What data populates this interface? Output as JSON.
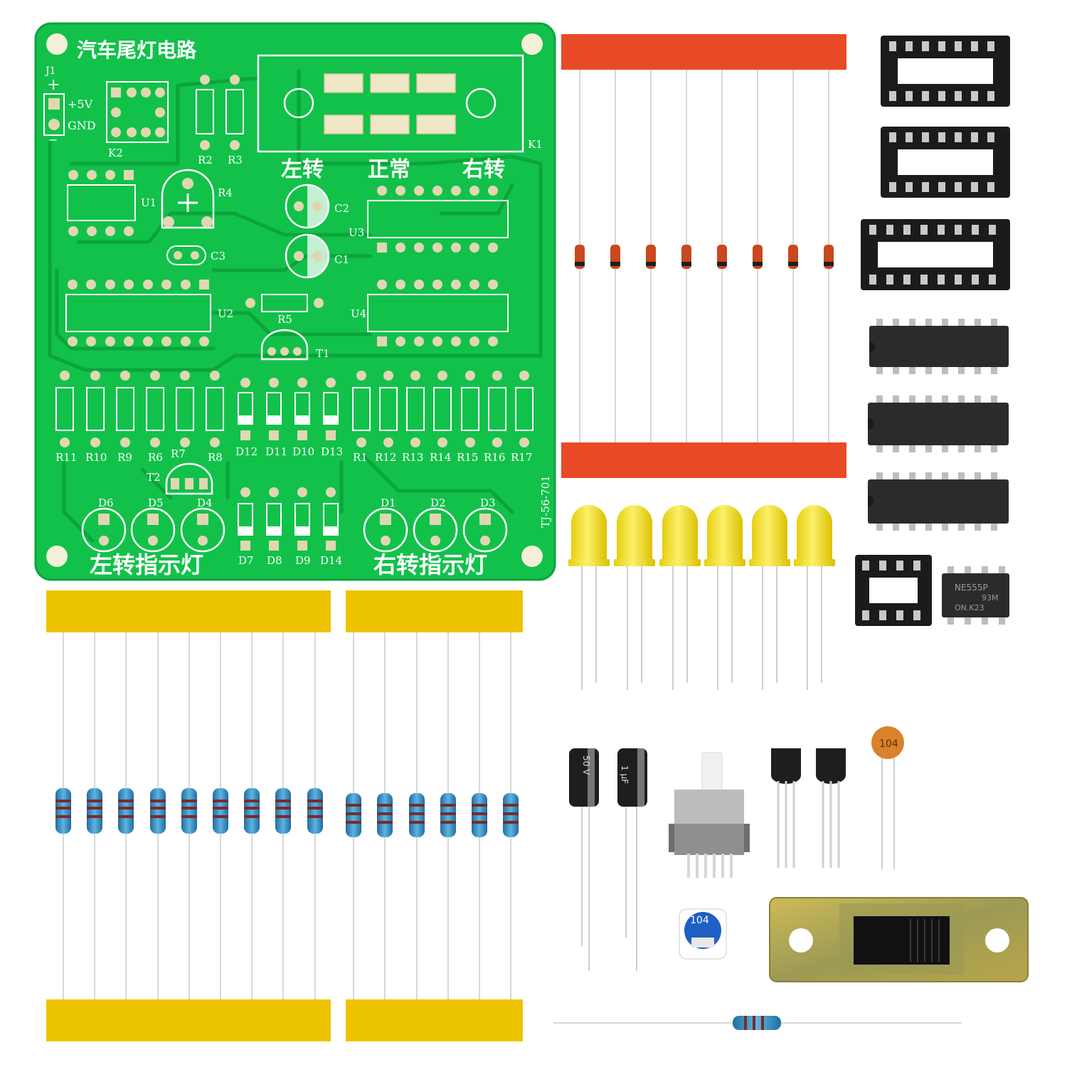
{
  "board": {
    "title": "汽车尾灯电路",
    "code": "TJ-56-701",
    "connector": {
      "name": "J1",
      "plus": "+",
      "vcc": "+5V",
      "gnd": "GND",
      "minus": "−"
    },
    "mode_labels": [
      "左转",
      "正常",
      "右转"
    ],
    "bottom_left": "左转指示灯",
    "bottom_right": "右转指示灯",
    "refs": {
      "K1": "K1",
      "K2": "K2",
      "U1": "U1",
      "U2": "U2",
      "U3": "U3",
      "U4": "U4",
      "R2": "R2",
      "R3": "R3",
      "R4": "R4",
      "R5": "R5",
      "C1": "C1",
      "C2": "C2",
      "C3": "C3",
      "T1": "T1",
      "T2": "T2"
    },
    "resistor_row_left": [
      "R11",
      "R10",
      "R9",
      "R6",
      "R7",
      "R8"
    ],
    "diode_row_top": [
      "D12",
      "D11",
      "D10",
      "D13"
    ],
    "resistor_row_right": [
      "R1",
      "R12",
      "R13",
      "R14",
      "R15",
      "R16",
      "R17"
    ],
    "diode_row_bottom": [
      "D7",
      "D8",
      "D9",
      "D14"
    ],
    "led_left": [
      "D6",
      "D5",
      "D4"
    ],
    "led_right": [
      "D1",
      "D2",
      "D3"
    ]
  },
  "components": {
    "ic_markings": [
      "NE555P",
      "93M",
      "ON.K23"
    ],
    "ceramic_cap": "104",
    "trimpot": "104",
    "electrolytic": [
      "50 V",
      "1 μF"
    ],
    "counts": {
      "diodes": 8,
      "yellow_leds": 6,
      "resistors_group_a": 9,
      "resistors_group_b": 6,
      "ic_sockets_16": 3,
      "ics_16": 3
    }
  },
  "colors": {
    "pcb": "#12c14a",
    "tape_red": "#e84a26",
    "tape_yellow": "#eec400",
    "led": "#f3e43a",
    "resistor": "#3a93c8"
  }
}
